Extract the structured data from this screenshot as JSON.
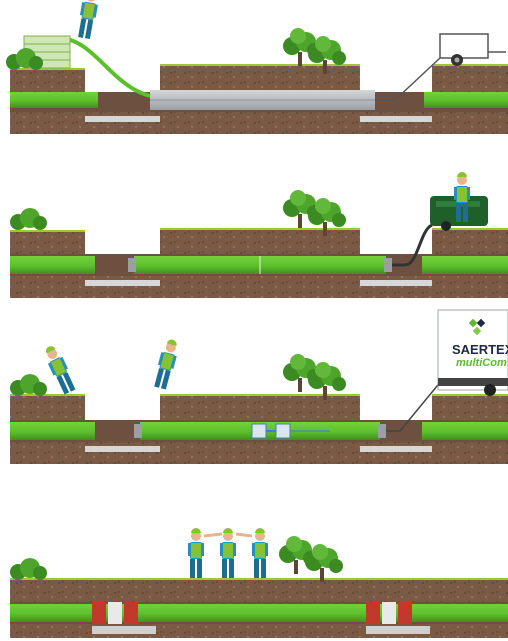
{
  "truck_sign": {
    "line1": "SAERTEX",
    "line2": "multiCom"
  },
  "colors": {
    "pipe_green": "#5cc02c",
    "pipe_dark": "#3f8f1e",
    "soil": "#7a5a44",
    "soil_dark": "#5d4434",
    "grass": "#9bc92e",
    "gravel": "#d7d7d7",
    "liner_grey": "#b9bdc0",
    "worker_shirt": "#2a8fb8",
    "worker_vest": "#86c232",
    "repair_red": "#c0392b"
  },
  "panels": [
    {
      "step": 1,
      "items": [
        "stack-icon",
        "worker-icon",
        "tree-icon",
        "trailer-icon"
      ]
    },
    {
      "step": 2,
      "items": [
        "tree-icon",
        "compressor-icon",
        "worker-icon"
      ]
    },
    {
      "step": 3,
      "items": [
        "worker-icon",
        "tree-icon",
        "truck-icon"
      ]
    },
    {
      "step": 4,
      "items": [
        "tree-icon",
        "worker-icon"
      ]
    }
  ]
}
